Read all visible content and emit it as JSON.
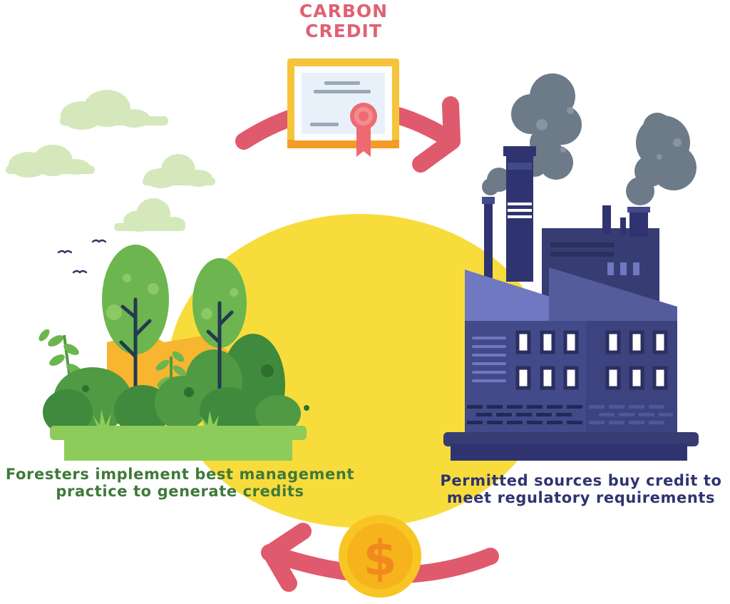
{
  "labels": {
    "carbon_credit_line1": "CARBON",
    "carbon_credit_line2": "CREDIT",
    "forest_caption_line1": "Foresters implement best management",
    "forest_caption_line2": "practice to generate credits",
    "factory_caption_line1": "Permitted sources buy credit to",
    "factory_caption_line2": "meet regulatory requirements",
    "coin_symbol": "$"
  },
  "colors": {
    "carbon_credit_text": "#e06173",
    "forest_caption_text": "#3e7a3a",
    "factory_caption_text": "#2f3470",
    "arrow": "#e05a6e",
    "sun": "#f8dc3c",
    "cloud": "#d4e8bc",
    "tree_dark": "#3f8a3c",
    "tree_light": "#6db54e",
    "ground": "#8dcb5a",
    "factory_dark": "#373d73",
    "factory_mid": "#434a8a",
    "factory_light": "#6f78c0",
    "smoke": "#6d7a88",
    "coin": "#f7c623",
    "coin_inner": "#f39c1e",
    "certificate_frame": "#f6c43a",
    "ribbon": "#ee6a72"
  },
  "icons": {
    "certificate": "certificate-icon",
    "coin": "dollar-coin-icon"
  }
}
